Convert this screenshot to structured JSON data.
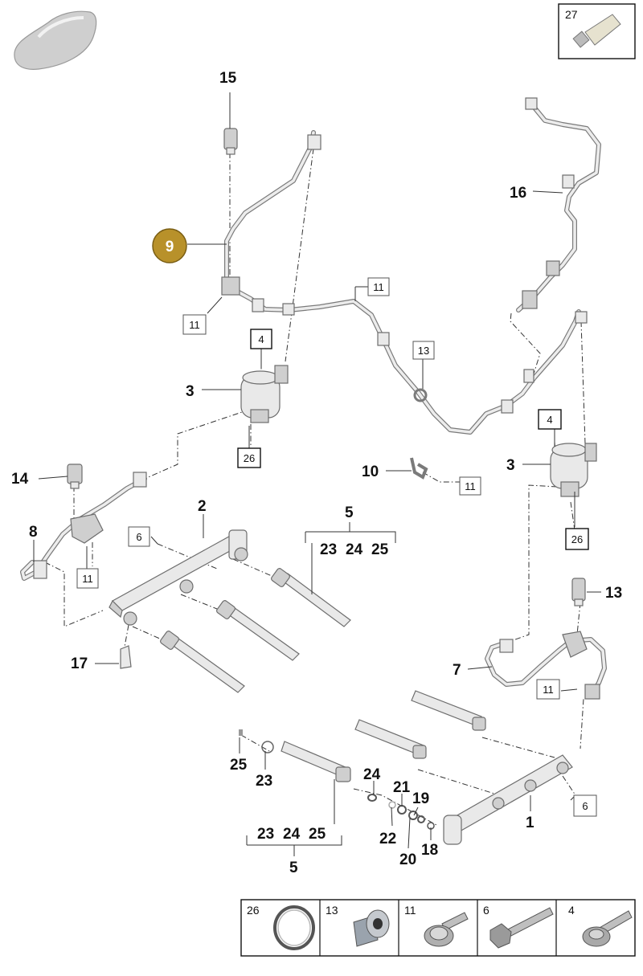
{
  "callouts": {
    "c15": "15",
    "c16": "16",
    "c9": "9",
    "c3a": "3",
    "c3b": "3",
    "c14": "14",
    "c10": "10",
    "c8": "8",
    "c2": "2",
    "c5a": "5",
    "c5b": "5",
    "c17": "17",
    "c7": "7",
    "c13": "13",
    "c1": "1",
    "c25": "25",
    "c23": "23",
    "c24": "24",
    "c21": "21",
    "c19": "19",
    "c22": "22",
    "c20": "20",
    "c18": "18",
    "g5a_23": "23",
    "g5a_24": "24",
    "g5a_25": "25",
    "g5b_23": "23",
    "g5b_24": "24",
    "g5b_25": "25"
  },
  "boxed": {
    "b27": "27",
    "b11a": "11",
    "b11b": "11",
    "b11c": "11",
    "b11d": "11",
    "b11e": "11",
    "b13": "13",
    "b4a": "4",
    "b4b": "4",
    "b26a": "26",
    "b26b": "26",
    "b6a": "6",
    "b6b": "6"
  },
  "legend": [
    {
      "num": "26",
      "icon": "o-ring-seal-icon"
    },
    {
      "num": "13",
      "icon": "plug-screw-icon"
    },
    {
      "num": "11",
      "icon": "flange-bolt-icon"
    },
    {
      "num": "6",
      "icon": "hex-bolt-icon"
    },
    {
      "num": "4",
      "icon": "torx-bolt-icon"
    }
  ],
  "colors": {
    "highlight": "#b8912a",
    "highlight_border": "#7a5e14",
    "line": "#333333",
    "part_fill": "#e9e9e9"
  }
}
